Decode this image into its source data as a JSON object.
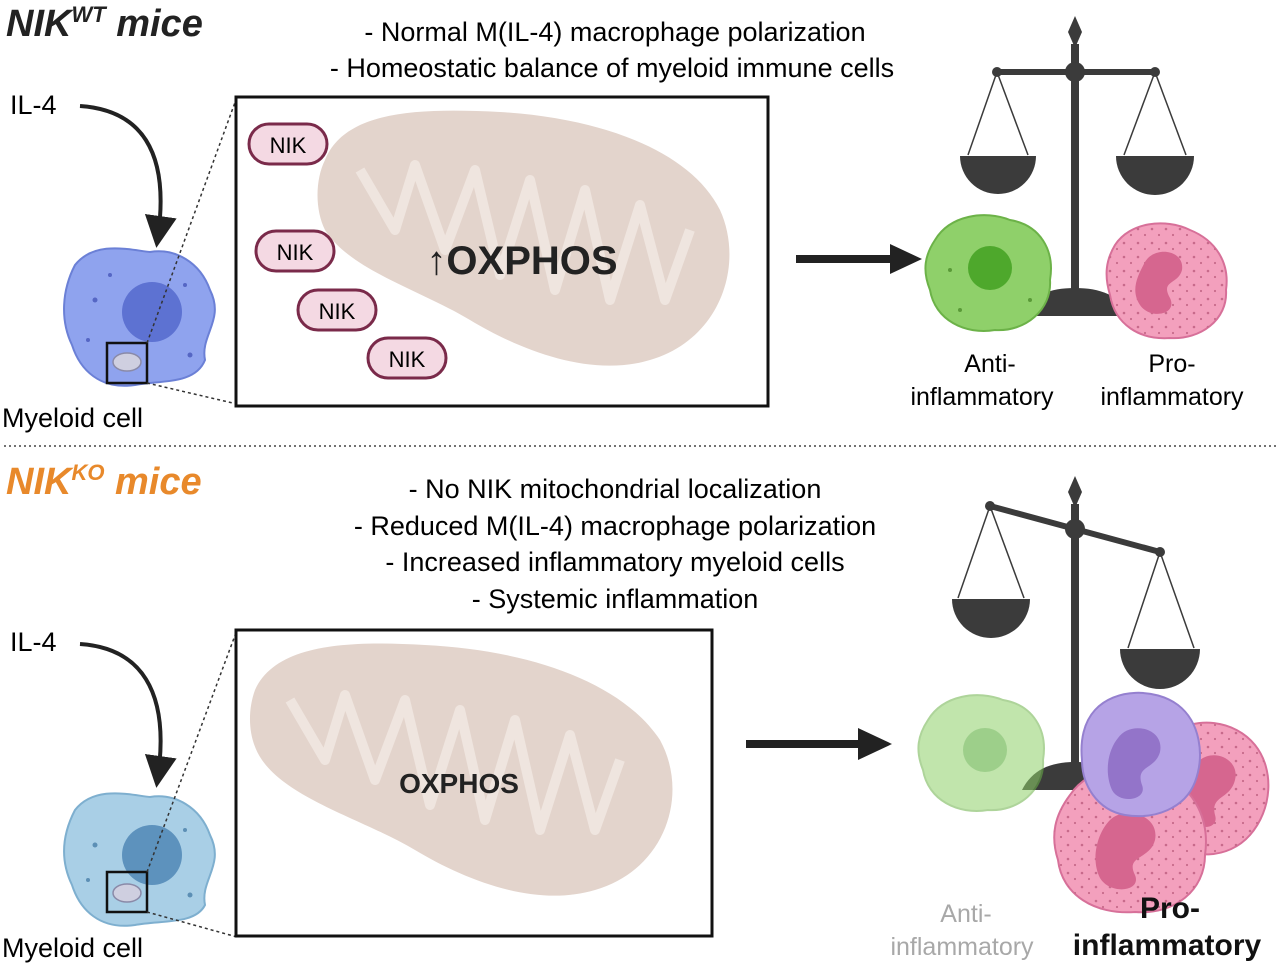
{
  "wt": {
    "title_main": "NIK",
    "title_sup": "WT",
    "title_rest": " mice",
    "bullets": [
      "- Normal M(IL-4) macrophage polarization",
      "- Homeostatic balance of myeloid immune cells"
    ],
    "il4": "IL-4",
    "cell_label": "Myeloid cell",
    "nik_labels": [
      "NIK",
      "NIK",
      "NIK",
      "NIK"
    ],
    "oxphos": "↑OXPHOS",
    "anti_label": [
      "Anti-",
      "inflammatory"
    ],
    "pro_label": [
      "Pro-",
      "inflammatory"
    ]
  },
  "ko": {
    "title_main": "NIK",
    "title_sup": "KO",
    "title_rest": " mice",
    "bullets": [
      "- No NIK mitochondrial localization",
      "- Reduced M(IL-4) macrophage polarization",
      "- Increased inflammatory myeloid cells",
      "- Systemic inflammation"
    ],
    "il4": "IL-4",
    "cell_label": "Myeloid cell",
    "oxphos": "OXPHOS",
    "anti_label": [
      "Anti-",
      "inflammatory"
    ],
    "pro_label": [
      "Pro-",
      "inflammatory"
    ]
  },
  "colors": {
    "ko_title": "#e8892b",
    "myeloid_wt": "#8fa3ee",
    "myeloid_ko": "#a9cfe6",
    "mito": "#e3d4cc",
    "nik_fill": "#f4d9e3",
    "nik_stroke": "#7a2a4a",
    "anti_cell": "#8fd06a",
    "pro_cell": "#f3a0bd",
    "purple_cell": "#b6a3e6",
    "scale": "#3b3b3b",
    "faded_text": "#a8a8a8"
  }
}
